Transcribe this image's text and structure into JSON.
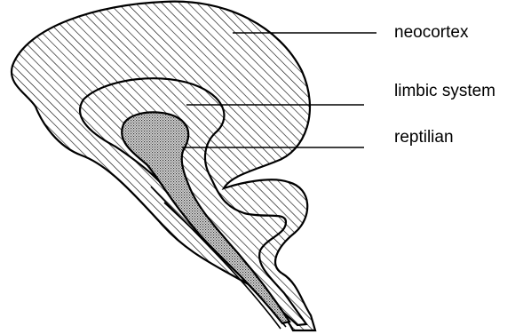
{
  "diagram": {
    "labels": {
      "neocortex": "neocortex",
      "limbic": "limbic system",
      "reptilian": "reptilian"
    }
  },
  "colors": {
    "stroke": "#000000",
    "background": "#ffffff"
  }
}
